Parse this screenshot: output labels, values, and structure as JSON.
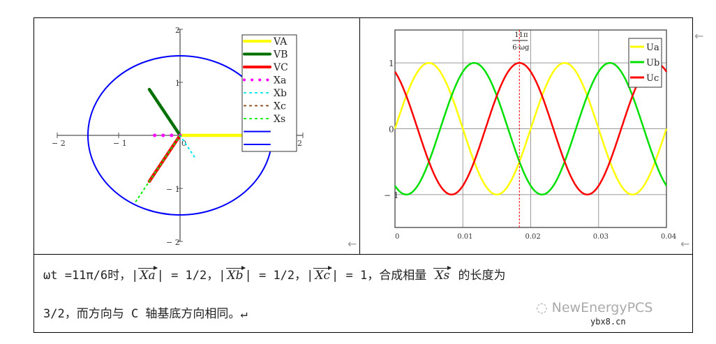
{
  "chart_data": [
    {
      "type": "line",
      "xlim": [
        -2,
        2
      ],
      "ylim": [
        -2,
        2
      ],
      "x_ticks": [
        "-2",
        "-1",
        "0",
        "2"
      ],
      "y_ticks": [
        "2",
        "1",
        "-1",
        "-2"
      ],
      "circle_radius": 1.5,
      "legend_position": "top-right",
      "series": [
        {
          "name": "VA",
          "color": "#ffff00",
          "style": "solid",
          "from": [
            0,
            0
          ],
          "to": [
            1,
            0
          ]
        },
        {
          "name": "VB",
          "color": "#007000",
          "style": "solid",
          "from": [
            0,
            0
          ],
          "to": [
            -0.5,
            0.866
          ]
        },
        {
          "name": "VC",
          "color": "#ff0000",
          "style": "solid",
          "from": [
            0,
            0
          ],
          "to": [
            -0.5,
            -0.866
          ]
        },
        {
          "name": "Xa",
          "color": "#ff00ff",
          "style": "dotted",
          "from": [
            0,
            0
          ],
          "to": [
            -0.5,
            0
          ]
        },
        {
          "name": "Xb",
          "color": "#00e5ee",
          "style": "dotted",
          "from": [
            0,
            0
          ],
          "to": [
            0.25,
            -0.433
          ]
        },
        {
          "name": "Xc",
          "color": "#8b4513",
          "style": "dotted",
          "from": [
            0,
            0
          ],
          "to": [
            -0.5,
            -0.866
          ]
        },
        {
          "name": "Xs",
          "color": "#00ee00",
          "style": "dotted",
          "from": [
            0,
            0
          ],
          "to": [
            -0.75,
            -1.299
          ]
        },
        {
          "name": "",
          "color": "#0000ff",
          "style": "solid"
        },
        {
          "name": "",
          "color": "#0000ff",
          "style": "solid"
        }
      ]
    },
    {
      "type": "line",
      "xlim": [
        0,
        0.04
      ],
      "ylim": [
        -1.5,
        1.5
      ],
      "x_ticks": [
        "0",
        "0.01",
        "0.02",
        "0.03",
        "0.04"
      ],
      "y_ticks": [
        "1",
        "0",
        "-1"
      ],
      "grid": true,
      "legend_position": "top-right",
      "frequency_hz": 50,
      "marker": {
        "x": 0.018333,
        "label_num": "11π",
        "label_den": "6·ωg",
        "color": "#ff0000"
      },
      "series": [
        {
          "name": "Ua",
          "color": "#ffff00",
          "phase_deg": 0
        },
        {
          "name": "Ub",
          "color": "#00e000",
          "phase_deg": -120
        },
        {
          "name": "Uc",
          "color": "#ff0000",
          "phase_deg": 120
        }
      ]
    }
  ],
  "text": {
    "l1a": "ωt =11π/6时，|",
    "v_xa": "Xa",
    "l1b": "| = 1/2，|",
    "v_xb": "Xb",
    "l1c": "| = 1/2，|",
    "v_xc": "Xc",
    "l1d": "| = 1，合成相量 ",
    "v_xs": "Xs",
    "l1e": " 的长度为",
    "l2": "3/2，而方向与 C 轴基底方向相同。↵"
  },
  "watermark": {
    "brand": "NewEnergyPCS",
    "site": "ybx8.cn"
  }
}
